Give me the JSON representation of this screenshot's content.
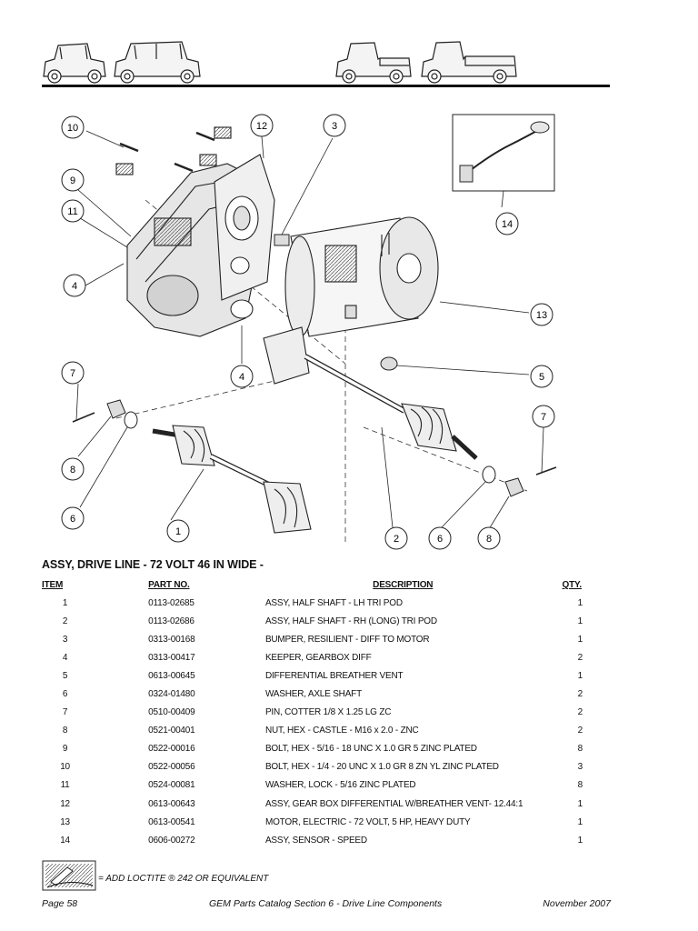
{
  "section": {
    "title": "ASSY, DRIVE LINE - 72 VOLT 46 IN WIDE -"
  },
  "table": {
    "headers": {
      "item": "ITEM",
      "part": "PART NO.",
      "description": "DESCRIPTION",
      "qty": "QTY."
    },
    "rows": [
      {
        "item": "1",
        "part": "0113-02685",
        "description": "ASSY, HALF SHAFT - LH TRI POD",
        "qty": "1"
      },
      {
        "item": "2",
        "part": "0113-02686",
        "description": "ASSY, HALF SHAFT - RH (LONG) TRI POD",
        "qty": "1"
      },
      {
        "item": "3",
        "part": "0313-00168",
        "description": "BUMPER, RESILIENT - DIFF TO MOTOR",
        "qty": "1"
      },
      {
        "item": "4",
        "part": "0313-00417",
        "description": "KEEPER, GEARBOX DIFF",
        "qty": "2"
      },
      {
        "item": "5",
        "part": "0613-00645",
        "description": "DIFFERENTIAL BREATHER VENT",
        "qty": "1"
      },
      {
        "item": "6",
        "part": "0324-01480",
        "description": "WASHER, AXLE SHAFT",
        "qty": "2"
      },
      {
        "item": "7",
        "part": "0510-00409",
        "description": "PIN, COTTER 1/8 X 1.25 LG ZC",
        "qty": "2"
      },
      {
        "item": "8",
        "part": "0521-00401",
        "description": "NUT, HEX - CASTLE - M16 x 2.0 - ZNC",
        "qty": "2"
      },
      {
        "item": "9",
        "part": "0522-00016",
        "description": "BOLT, HEX - 5/16 - 18 UNC X 1.0 GR 5 ZINC PLATED",
        "qty": "8"
      },
      {
        "item": "10",
        "part": "0522-00056",
        "description": "BOLT, HEX - 1/4 - 20 UNC X 1.0 GR 8 ZN YL ZINC PLATED",
        "qty": "3"
      },
      {
        "item": "11",
        "part": "0524-00081",
        "description": "WASHER, LOCK - 5/16 ZINC PLATED",
        "qty": "8"
      },
      {
        "item": "12",
        "part": "0613-00643",
        "description": "ASSY, GEAR BOX DIFFERENTIAL W/BREATHER VENT- 12.44:1",
        "qty": "1"
      },
      {
        "item": "13",
        "part": "0613-00541",
        "description": "MOTOR, ELECTRIC - 72 VOLT, 5 HP, HEAVY DUTY",
        "qty": "1"
      },
      {
        "item": "14",
        "part": "0606-00272",
        "description": "ASSY, SENSOR - SPEED",
        "qty": "1"
      }
    ]
  },
  "diagram": {
    "callouts": [
      "10",
      "12",
      "3",
      "9",
      "11",
      "4",
      "14",
      "13",
      "4",
      "5",
      "7",
      "7",
      "8",
      "6",
      "1",
      "2",
      "6",
      "8"
    ]
  },
  "loctite_note": "= ADD LOCTITE ® 242 OR EQUIVALENT",
  "footer": {
    "page": "Page 58",
    "catalog": "GEM Parts Catalog Section 6 - Drive Line Components",
    "date": "November 2007"
  }
}
